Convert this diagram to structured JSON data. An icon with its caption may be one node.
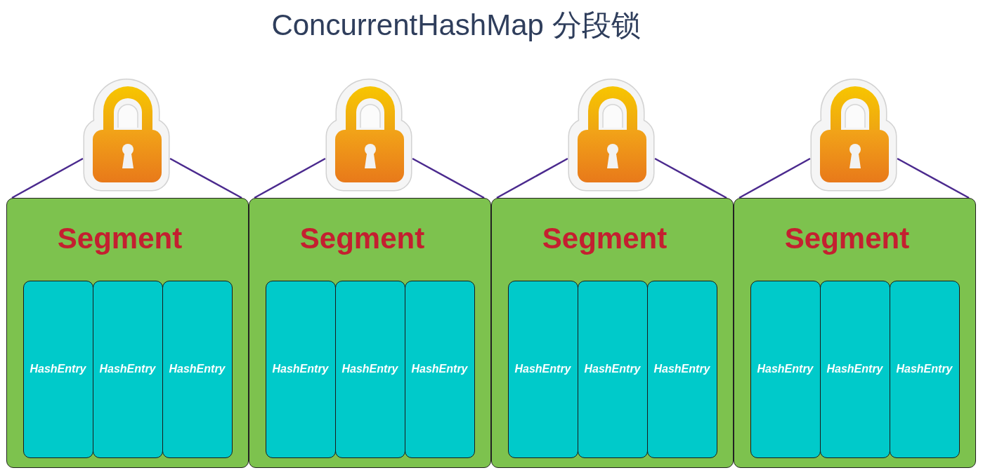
{
  "diagram": {
    "title": "ConcurrentHashMap 分段锁",
    "nodes": [
      {
        "text": [],
        "shape": "picture"
      },
      {
        "text": [],
        "shape": "picture"
      },
      {
        "text": [],
        "shape": "picture"
      },
      {
        "text": [],
        "shape": "picture"
      },
      {
        "text": [
          "Segment"
        ]
      },
      {
        "text": [
          "HashEntry"
        ],
        "in": 4
      },
      {
        "text": [
          "HashEntry"
        ],
        "in": 4
      },
      {
        "text": [
          "HashEntry"
        ],
        "in": 4
      },
      {
        "text": [
          "Segment"
        ]
      },
      {
        "text": [
          "HashEntry"
        ],
        "in": 8
      },
      {
        "text": [
          "HashEntry"
        ],
        "in": 8
      },
      {
        "text": [
          "HashEntry"
        ],
        "in": 8
      },
      {
        "text": [
          "Segment"
        ]
      },
      {
        "text": [
          "HashEntry"
        ],
        "in": 12
      },
      {
        "text": [
          "HashEntry"
        ],
        "in": 12
      },
      {
        "text": [
          "HashEntry"
        ],
        "in": 12
      },
      {
        "text": [
          "Segment"
        ]
      },
      {
        "text": [
          "HashEntry"
        ],
        "in": 16
      },
      {
        "text": [
          "HashEntry"
        ],
        "in": 16
      },
      {
        "text": [
          "HashEntry"
        ],
        "in": 16
      }
    ],
    "edges": [
      {
        "from": 0,
        "to": 4,
        "arrow": "none"
      },
      {
        "from": 0,
        "to": 4,
        "arrow": "none"
      },
      {
        "from": 1,
        "to": 8,
        "arrow": "none"
      },
      {
        "from": 1,
        "to": 8,
        "arrow": "none"
      },
      {
        "from": 2,
        "to": 12,
        "arrow": "none"
      },
      {
        "from": 2,
        "to": 12,
        "arrow": "none"
      },
      {
        "from": 3,
        "to": 16,
        "arrow": "none"
      },
      {
        "from": 3,
        "to": 16,
        "arrow": "none"
      }
    ]
  }
}
